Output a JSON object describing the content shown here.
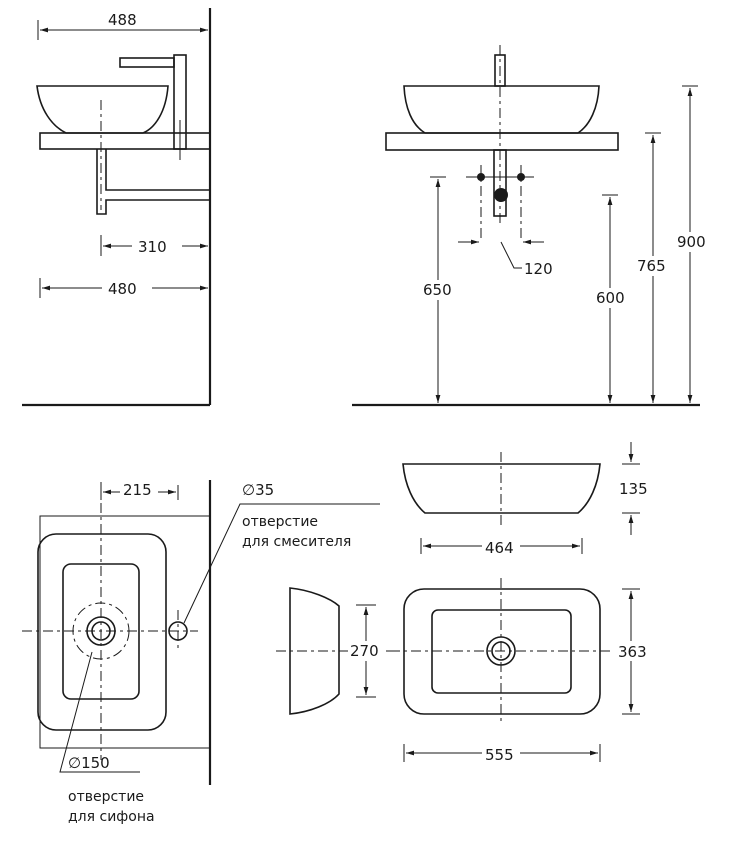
{
  "side_view": {
    "dim_total_width": "488",
    "dim_drain_offset": "310",
    "dim_counter_depth": "480"
  },
  "front_view": {
    "dim_height_900": "900",
    "dim_height_765": "765",
    "dim_height_650": "650",
    "dim_height_600": "600",
    "dim_spacing_120": "120"
  },
  "top_view": {
    "dim_tap_offset": "215",
    "tap_hole_diameter": "∅35",
    "tap_hole_label_line1": "отверстие",
    "tap_hole_label_line2": "для смесителя",
    "drain_hole_diameter": "∅150",
    "drain_hole_label_line1": "отверстие",
    "drain_hole_label_line2": "для сифона"
  },
  "basin_views": {
    "dim_height": "135",
    "dim_base_width": "464",
    "dim_inner_depth": "270",
    "dim_depth": "363",
    "dim_length": "555"
  }
}
